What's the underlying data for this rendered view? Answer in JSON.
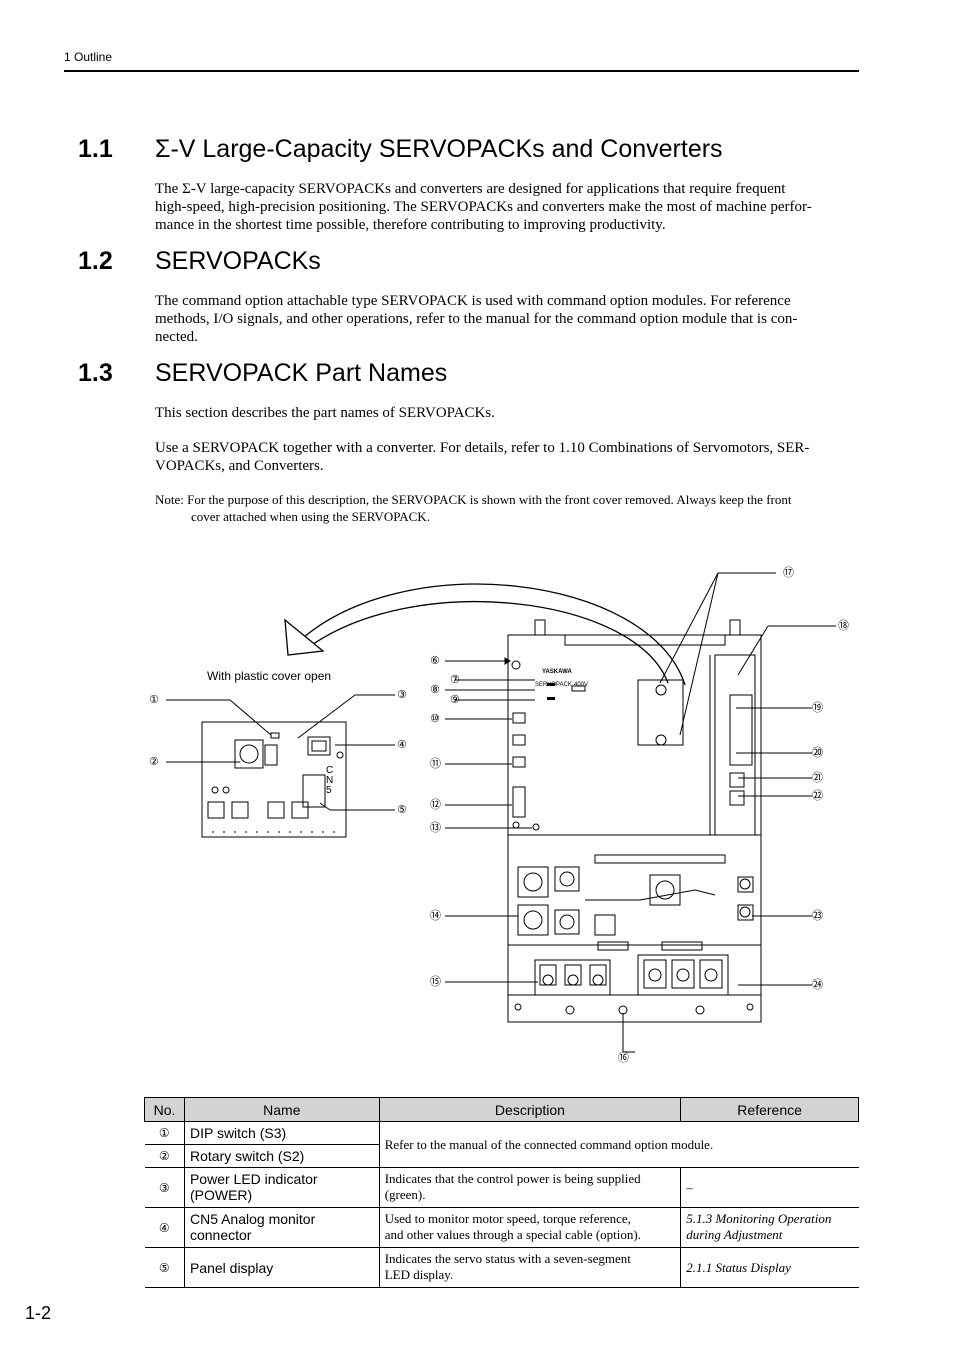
{
  "header": {
    "chapter": "1  Outline"
  },
  "sections": [
    {
      "num": "1.1",
      "title": "Σ-V Large-Capacity SERVOPACKs and Converters",
      "paragraphs": [
        [
          "The Σ-V large-capacity SERVOPACKs and converters are designed for applications that require frequent",
          "high-speed, high-precision positioning. The SERVOPACKs and converters make the most of machine perfor-",
          "mance in the shortest time possible, therefore contributing to improving productivity."
        ]
      ]
    },
    {
      "num": "1.2",
      "title": "SERVOPACKs",
      "paragraphs": [
        [
          "The command option attachable type SERVOPACK is used with command option modules. For reference",
          "methods, I/O signals, and other operations, refer to the manual for the command option module that is con-",
          "nected."
        ]
      ]
    },
    {
      "num": "1.3",
      "title": "SERVOPACK Part Names",
      "paragraphs": [
        [
          "This section describes the part names of SERVOPACKs."
        ],
        [
          "Use a SERVOPACK together with a converter. For details, refer to 1.10 Combinations of Servomotors, SER-",
          "VOPACKs, and Converters."
        ]
      ]
    }
  ],
  "note": {
    "line1": "Note: For the purpose of this description, the SERVOPACK is shown with the front cover removed. Always keep the front",
    "line2": "cover attached when using the SERVOPACK."
  },
  "figure": {
    "plastic_cover_label": "With plastic cover open",
    "cn5_letters": [
      "C",
      "N",
      "5"
    ],
    "front_labels": {
      "brand": "YASKAWA",
      "model": "SERVOPACK",
      "voltage": "400V"
    },
    "callouts": {
      "c1": "①",
      "c2": "②",
      "c3": "③",
      "c4": "④",
      "c5": "⑤",
      "c6": "⑥",
      "c7": "⑦",
      "c8": "⑧",
      "c9": "⑨",
      "c10": "⑩",
      "c11": "⑪",
      "c12": "⑫",
      "c13": "⑬",
      "c14": "⑭",
      "c15": "⑮",
      "c16": "⑯",
      "c17": "⑰",
      "c18": "⑱",
      "c19": "⑲",
      "c20": "⑳",
      "c21": "㉑",
      "c22": "㉒",
      "c23": "㉓",
      "c24": "㉔"
    }
  },
  "table": {
    "headers": {
      "no": "No.",
      "name": "Name",
      "description": "Description",
      "reference": "Reference"
    },
    "rows": [
      {
        "no": "①",
        "name": "DIP switch (S3)",
        "description": "Refer to the manual of the connected command option module.",
        "reference": ""
      },
      {
        "no": "②",
        "name": "Rotary switch (S2)"
      },
      {
        "no": "③",
        "name": [
          "Power LED indicator",
          "(POWER)"
        ],
        "description": [
          "Indicates that the control power is being supplied",
          "(green)."
        ],
        "reference": "–"
      },
      {
        "no": "④",
        "name": [
          "CN5 Analog monitor",
          "connector"
        ],
        "description": [
          "Used to monitor motor speed, torque reference,",
          "and other values through a special cable (option)."
        ],
        "reference": [
          "5.1.3 Monitoring Operation",
          "during Adjustment"
        ]
      },
      {
        "no": "⑤",
        "name": "Panel display",
        "description": [
          "Indicates the servo status with a seven-segment",
          "LED display."
        ],
        "reference": "2.1.1 Status Display"
      }
    ]
  },
  "page_number": "1-2"
}
